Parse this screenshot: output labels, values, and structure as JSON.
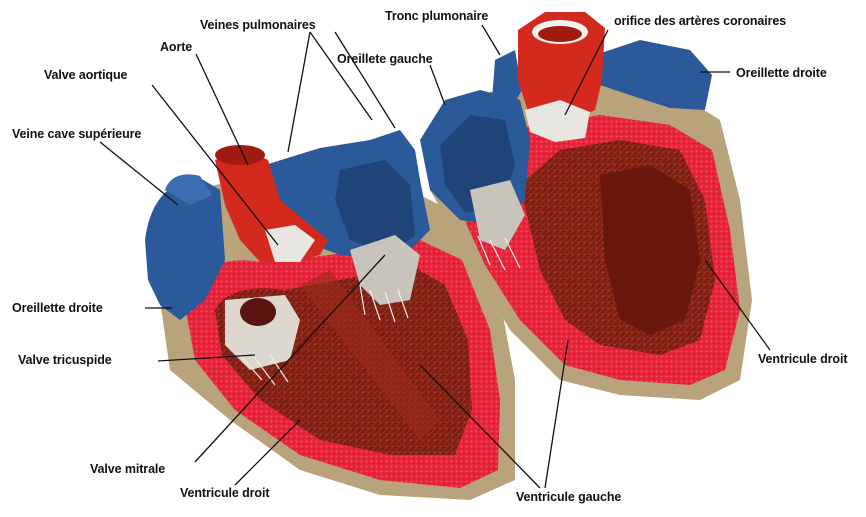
{
  "labels": {
    "veines_pulmonaires": "Veines pulmonaires",
    "tronc_pulmonaire": "Tronc plumonaire",
    "orifice_coronaires": "orifice des artères coronaires",
    "aorte": "Aorte",
    "oreillette_gauche": "Oreillete gauche",
    "oreillette_droite_right": "Oreillette droite",
    "valve_aortique": "Valve aortique",
    "veine_cave_superieure": "Veine cave supérieure",
    "oreillette_droite_left": "Oreillette droite",
    "valve_tricuspide": "Valve tricuspide",
    "ventricule_droit_right": "Ventricule droit",
    "valve_mitrale": "Valve mitrale",
    "ventricule_droit_bottom": "Ventricule droit",
    "ventricule_gauche": "Ventricule gauche"
  },
  "colors": {
    "muscle_red": "#e8243a",
    "myocardium_brown": "#7a1e12",
    "vein_blue": "#2a5a9a",
    "artery_red": "#d42a1e",
    "pericardium_tan": "#b8a37a",
    "valve_white": "#e8e6e0",
    "leader_line": "#111111"
  }
}
